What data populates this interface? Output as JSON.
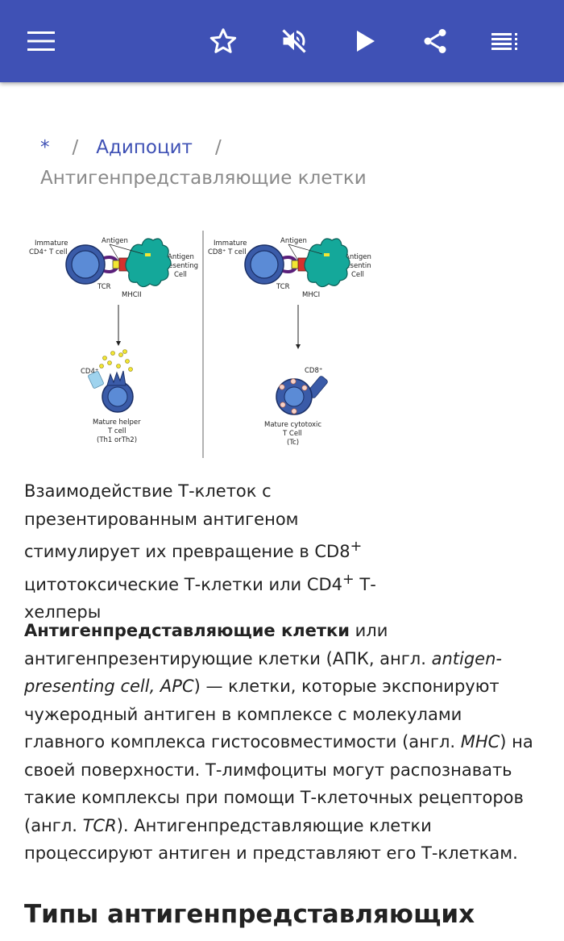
{
  "toolbar": {
    "menu_icon": "menu-icon",
    "bookmark_icon": "star-outline-icon",
    "mute_icon": "volume-off-icon",
    "play_icon": "play-icon",
    "share_icon": "share-icon",
    "list_icon": "playlist-icon",
    "background_color": "#3f51b5"
  },
  "breadcrumb": {
    "root": "*",
    "separator": "/",
    "parent": "Адипоцит",
    "current": "Антигенпредставляющие клетки"
  },
  "figure": {
    "left": {
      "immature_1": "Immature",
      "immature_2": "CD4⁺ T cell",
      "antigen": "Antigen",
      "apc_1": "Antigen",
      "apc_2": "Presenting",
      "apc_3": "Cell",
      "tcr": "TCR",
      "mhc": "MHCII",
      "coreceptor": "CD4⁺",
      "mature_1": "Mature helper",
      "mature_2": "T cell",
      "mature_3": "(Th1 orTh2)"
    },
    "right": {
      "immature_1": "Immature",
      "immature_2": "CD8⁺ T cell",
      "antigen": "Antigen",
      "apc_1": "Antigen",
      "apc_2": "Presentin",
      "apc_3": "Cell",
      "tcr": "TCR",
      "mhc": "MHCI",
      "coreceptor": "CD8⁺",
      "mature_1": "Mature cytotoxic",
      "mature_2": "T Cell",
      "mature_3": "(Tc)"
    }
  },
  "caption": {
    "line1": "Взаимодействие Т-клеток с презентированным антигеном стимулирует их превращение в CD8",
    "sup1": "+",
    "line2": " цитотоксические Т-клетки или CD4",
    "sup2": "+",
    "line3": " Т-хелперы"
  },
  "article": {
    "term": "Антигенпредставляющие клетки",
    "t1": " или антигенпрезентирующие клетки (АПК, англ. ",
    "en_term": "antigen-presenting cell, APC",
    "t2": ") — клетки, которые экспонируют чужеродный антиген в комплексе с молекулами главного комплекса гистосовместимости (англ. ",
    "mhc": "MHC",
    "t3": ") на своей поверхности. Т-лимфоциты могут распознавать такие комплексы при помощи Т-клеточных рецепторов (англ. ",
    "tcr": "TCR",
    "t4": "). Антигенпредставляющие клетки процессируют антиген и представляют его Т-клеткам."
  },
  "section": {
    "heading": "Типы антигенпредставляющих"
  }
}
